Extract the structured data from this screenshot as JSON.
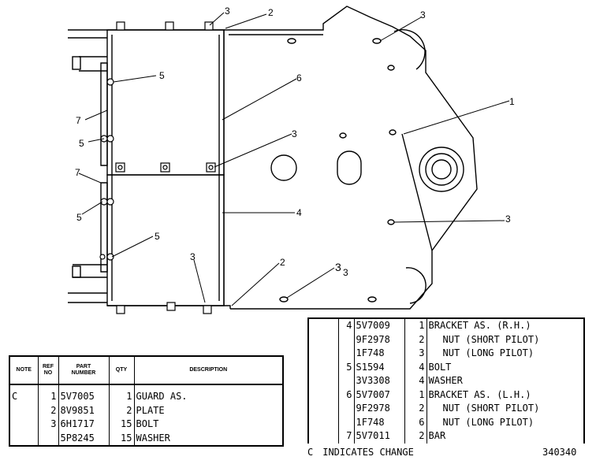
{
  "callouts": [
    {
      "id": "c3-top-left",
      "text": "3"
    },
    {
      "id": "c2-top",
      "text": "2"
    },
    {
      "id": "c3-top-right",
      "text": "3"
    },
    {
      "id": "c5-upper",
      "text": "5"
    },
    {
      "id": "c6",
      "text": "6"
    },
    {
      "id": "c1",
      "text": "1"
    },
    {
      "id": "c7-upper",
      "text": "7"
    },
    {
      "id": "c5-left-upper",
      "text": "5"
    },
    {
      "id": "c3-mid",
      "text": "3"
    },
    {
      "id": "c7-lower",
      "text": "7"
    },
    {
      "id": "c4",
      "text": "4"
    },
    {
      "id": "c5-left-lower",
      "text": "5"
    },
    {
      "id": "c3-right",
      "text": "3"
    },
    {
      "id": "c5-lower",
      "text": "5"
    },
    {
      "id": "c3-bottom",
      "text": "3"
    },
    {
      "id": "c2-bottom",
      "text": "2"
    },
    {
      "id": "c3-bottom-right",
      "text": "3"
    },
    {
      "id": "c3-bottom-right-b",
      "text": "3"
    }
  ],
  "parts_table_left": {
    "headers": {
      "note": "NOTE",
      "ref_no": [
        "REF",
        "NO"
      ],
      "part_number": [
        "PART",
        "NUMBER"
      ],
      "qty": "QTY",
      "description": "DESCRIPTION"
    },
    "rows": [
      {
        "note": "C",
        "ref": "1",
        "part": "5V7005",
        "qty": "1",
        "desc": "GUARD AS."
      },
      {
        "note": "",
        "ref": "2",
        "part": "8V9851",
        "qty": "2",
        "desc": "PLATE"
      },
      {
        "note": "",
        "ref": "3",
        "part": "6H1717",
        "qty": "15",
        "desc": "BOLT"
      },
      {
        "note": "",
        "ref": "",
        "part": "5P8245",
        "qty": "15",
        "desc": "WASHER"
      }
    ]
  },
  "parts_table_right": {
    "rows": [
      {
        "note": "",
        "ref": "4",
        "part": "5V7009",
        "qty": "1",
        "desc": "BRACKET AS. (R.H.)",
        "indent": false
      },
      {
        "note": "",
        "ref": "",
        "part": "9F2978",
        "qty": "2",
        "desc": "NUT (SHORT PILOT)",
        "indent": true
      },
      {
        "note": "",
        "ref": "",
        "part": "1F748",
        "qty": "3",
        "desc": "NUT (LONG PILOT)",
        "indent": true
      },
      {
        "note": "",
        "ref": "5",
        "part": "S1594",
        "qty": "4",
        "desc": "BOLT",
        "indent": false
      },
      {
        "note": "",
        "ref": "",
        "part": "3V3308",
        "qty": "4",
        "desc": "WASHER",
        "indent": false
      },
      {
        "note": "",
        "ref": "6",
        "part": "5V7007",
        "qty": "1",
        "desc": "BRACKET AS. (L.H.)",
        "indent": false
      },
      {
        "note": "",
        "ref": "",
        "part": "9F2978",
        "qty": "2",
        "desc": "NUT (SHORT PILOT)",
        "indent": true
      },
      {
        "note": "",
        "ref": "",
        "part": "1F748",
        "qty": "6",
        "desc": "NUT (LONG PILOT)",
        "indent": true
      },
      {
        "note": "",
        "ref": "7",
        "part": "5V7011",
        "qty": "2",
        "desc": "BAR",
        "indent": false
      }
    ]
  },
  "legend": {
    "code": "C",
    "text": "INDICATES CHANGE"
  },
  "drawing_number": "340340"
}
